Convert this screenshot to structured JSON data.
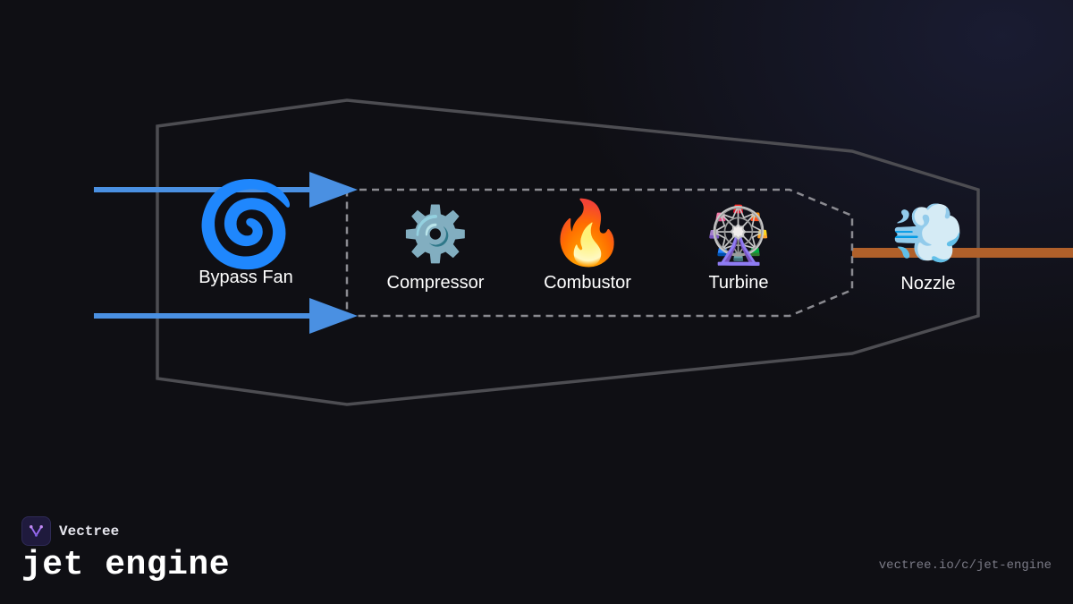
{
  "diagram": {
    "components": [
      {
        "id": "fan",
        "label": "Bypass Fan",
        "icon": "cyclone-icon",
        "glyph": "🌀"
      },
      {
        "id": "compressor",
        "label": "Compressor",
        "icon": "gear-icon",
        "glyph": "⚙️"
      },
      {
        "id": "combustor",
        "label": "Combustor",
        "icon": "fire-icon",
        "glyph": "🔥"
      },
      {
        "id": "turbine",
        "label": "Turbine",
        "icon": "ferris-wheel-icon",
        "glyph": "🎡"
      },
      {
        "id": "nozzle",
        "label": "Nozzle",
        "icon": "dash-away-icon",
        "glyph": "💨"
      }
    ],
    "colors": {
      "background": "#0f0f14",
      "outline": "#4d4d52",
      "core_dashed": "#8a8a90",
      "intake_arrow": "#4a90e2",
      "exhaust": "#b0602a"
    }
  },
  "footer": {
    "brand": "Vectree",
    "brand_icon": "vectree-logo-icon",
    "title": "jet engine",
    "url": "vectree.io/c/jet-engine"
  }
}
